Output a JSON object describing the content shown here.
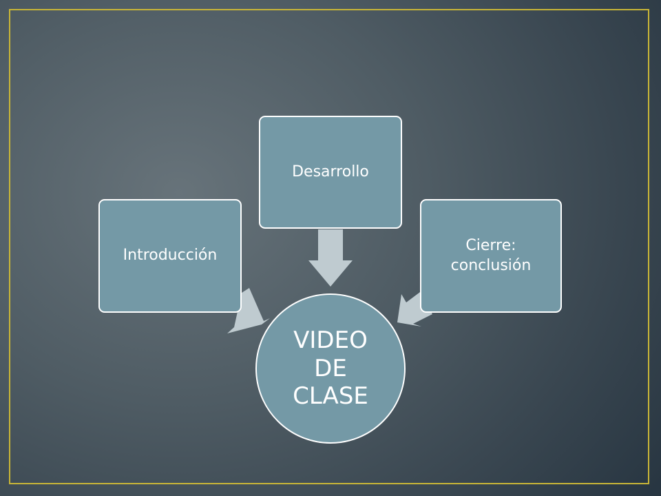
{
  "diagram": {
    "center": {
      "label": "VIDEO\nDE\nCLASE"
    },
    "nodes": [
      {
        "label": "Introducción"
      },
      {
        "label": "Desarrollo"
      },
      {
        "label": "Cierre:\nconclusión"
      }
    ]
  },
  "colors": {
    "node_fill": "#7499a6",
    "node_border": "#ffffff",
    "arrow_fill": "#bfcbd0",
    "frame_border": "#c9b637"
  }
}
